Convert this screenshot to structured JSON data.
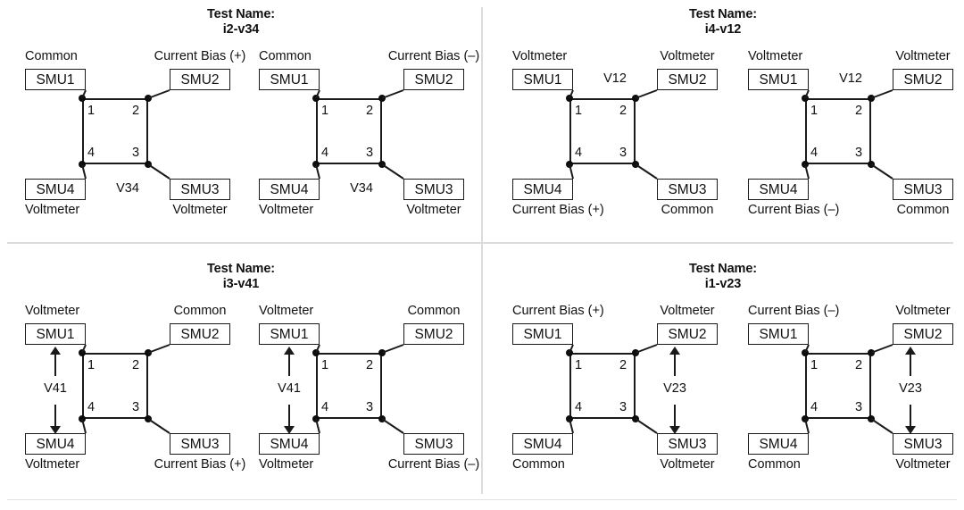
{
  "figure": {
    "title_prefix": "Test Name:",
    "contact_numbers": [
      "1",
      "2",
      "3",
      "4"
    ],
    "smu_labels": {
      "tl": "SMU1",
      "tr": "SMU2",
      "br": "SMU3",
      "bl": "SMU4"
    },
    "roles": {
      "common": "Common",
      "voltmeter": "Voltmeter",
      "bias_pos": "Current Bias (+)",
      "bias_neg": "Current Bias (–)"
    }
  },
  "panels": [
    {
      "test_name": "i2-v34",
      "diagrams": [
        {
          "polarity": "positive",
          "roles": {
            "tl": "Common",
            "tr": "Current Bias (+)",
            "bl": "Voltmeter",
            "br": "Voltmeter"
          },
          "measurement": {
            "label": "V34",
            "orientation": "horizontal",
            "position": "bottom"
          }
        },
        {
          "polarity": "negative",
          "roles": {
            "tl": "Common",
            "tr": "Current Bias (–)",
            "bl": "Voltmeter",
            "br": "Voltmeter"
          },
          "measurement": {
            "label": "V34",
            "orientation": "horizontal",
            "position": "bottom"
          }
        }
      ]
    },
    {
      "test_name": "i4-v12",
      "diagrams": [
        {
          "polarity": "positive",
          "roles": {
            "tl": "Voltmeter",
            "tr": "Voltmeter",
            "bl": "Current Bias (+)",
            "br": "Common"
          },
          "measurement": {
            "label": "V12",
            "orientation": "horizontal",
            "position": "top"
          }
        },
        {
          "polarity": "negative",
          "roles": {
            "tl": "Voltmeter",
            "tr": "Voltmeter",
            "bl": "Current Bias (–)",
            "br": "Common"
          },
          "measurement": {
            "label": "V12",
            "orientation": "horizontal",
            "position": "top"
          }
        }
      ]
    },
    {
      "test_name": "i3-v41",
      "diagrams": [
        {
          "polarity": "positive",
          "roles": {
            "tl": "Voltmeter",
            "tr": "Common",
            "bl": "Voltmeter",
            "br": "Current Bias (+)"
          },
          "measurement": {
            "label": "V41",
            "orientation": "vertical",
            "position": "left"
          }
        },
        {
          "polarity": "negative",
          "roles": {
            "tl": "Voltmeter",
            "tr": "Common",
            "bl": "Voltmeter",
            "br": "Current Bias (–)"
          },
          "measurement": {
            "label": "V41",
            "orientation": "vertical",
            "position": "left"
          }
        }
      ]
    },
    {
      "test_name": "i1-v23",
      "diagrams": [
        {
          "polarity": "positive",
          "roles": {
            "tl": "Current Bias (+)",
            "tr": "Voltmeter",
            "bl": "Common",
            "br": "Voltmeter"
          },
          "measurement": {
            "label": "V23",
            "orientation": "vertical",
            "position": "right"
          }
        },
        {
          "polarity": "negative",
          "roles": {
            "tl": "Current Bias (–)",
            "tr": "Voltmeter",
            "bl": "Common",
            "br": "Voltmeter"
          },
          "measurement": {
            "label": "V23",
            "orientation": "vertical",
            "position": "right"
          }
        }
      ]
    }
  ]
}
